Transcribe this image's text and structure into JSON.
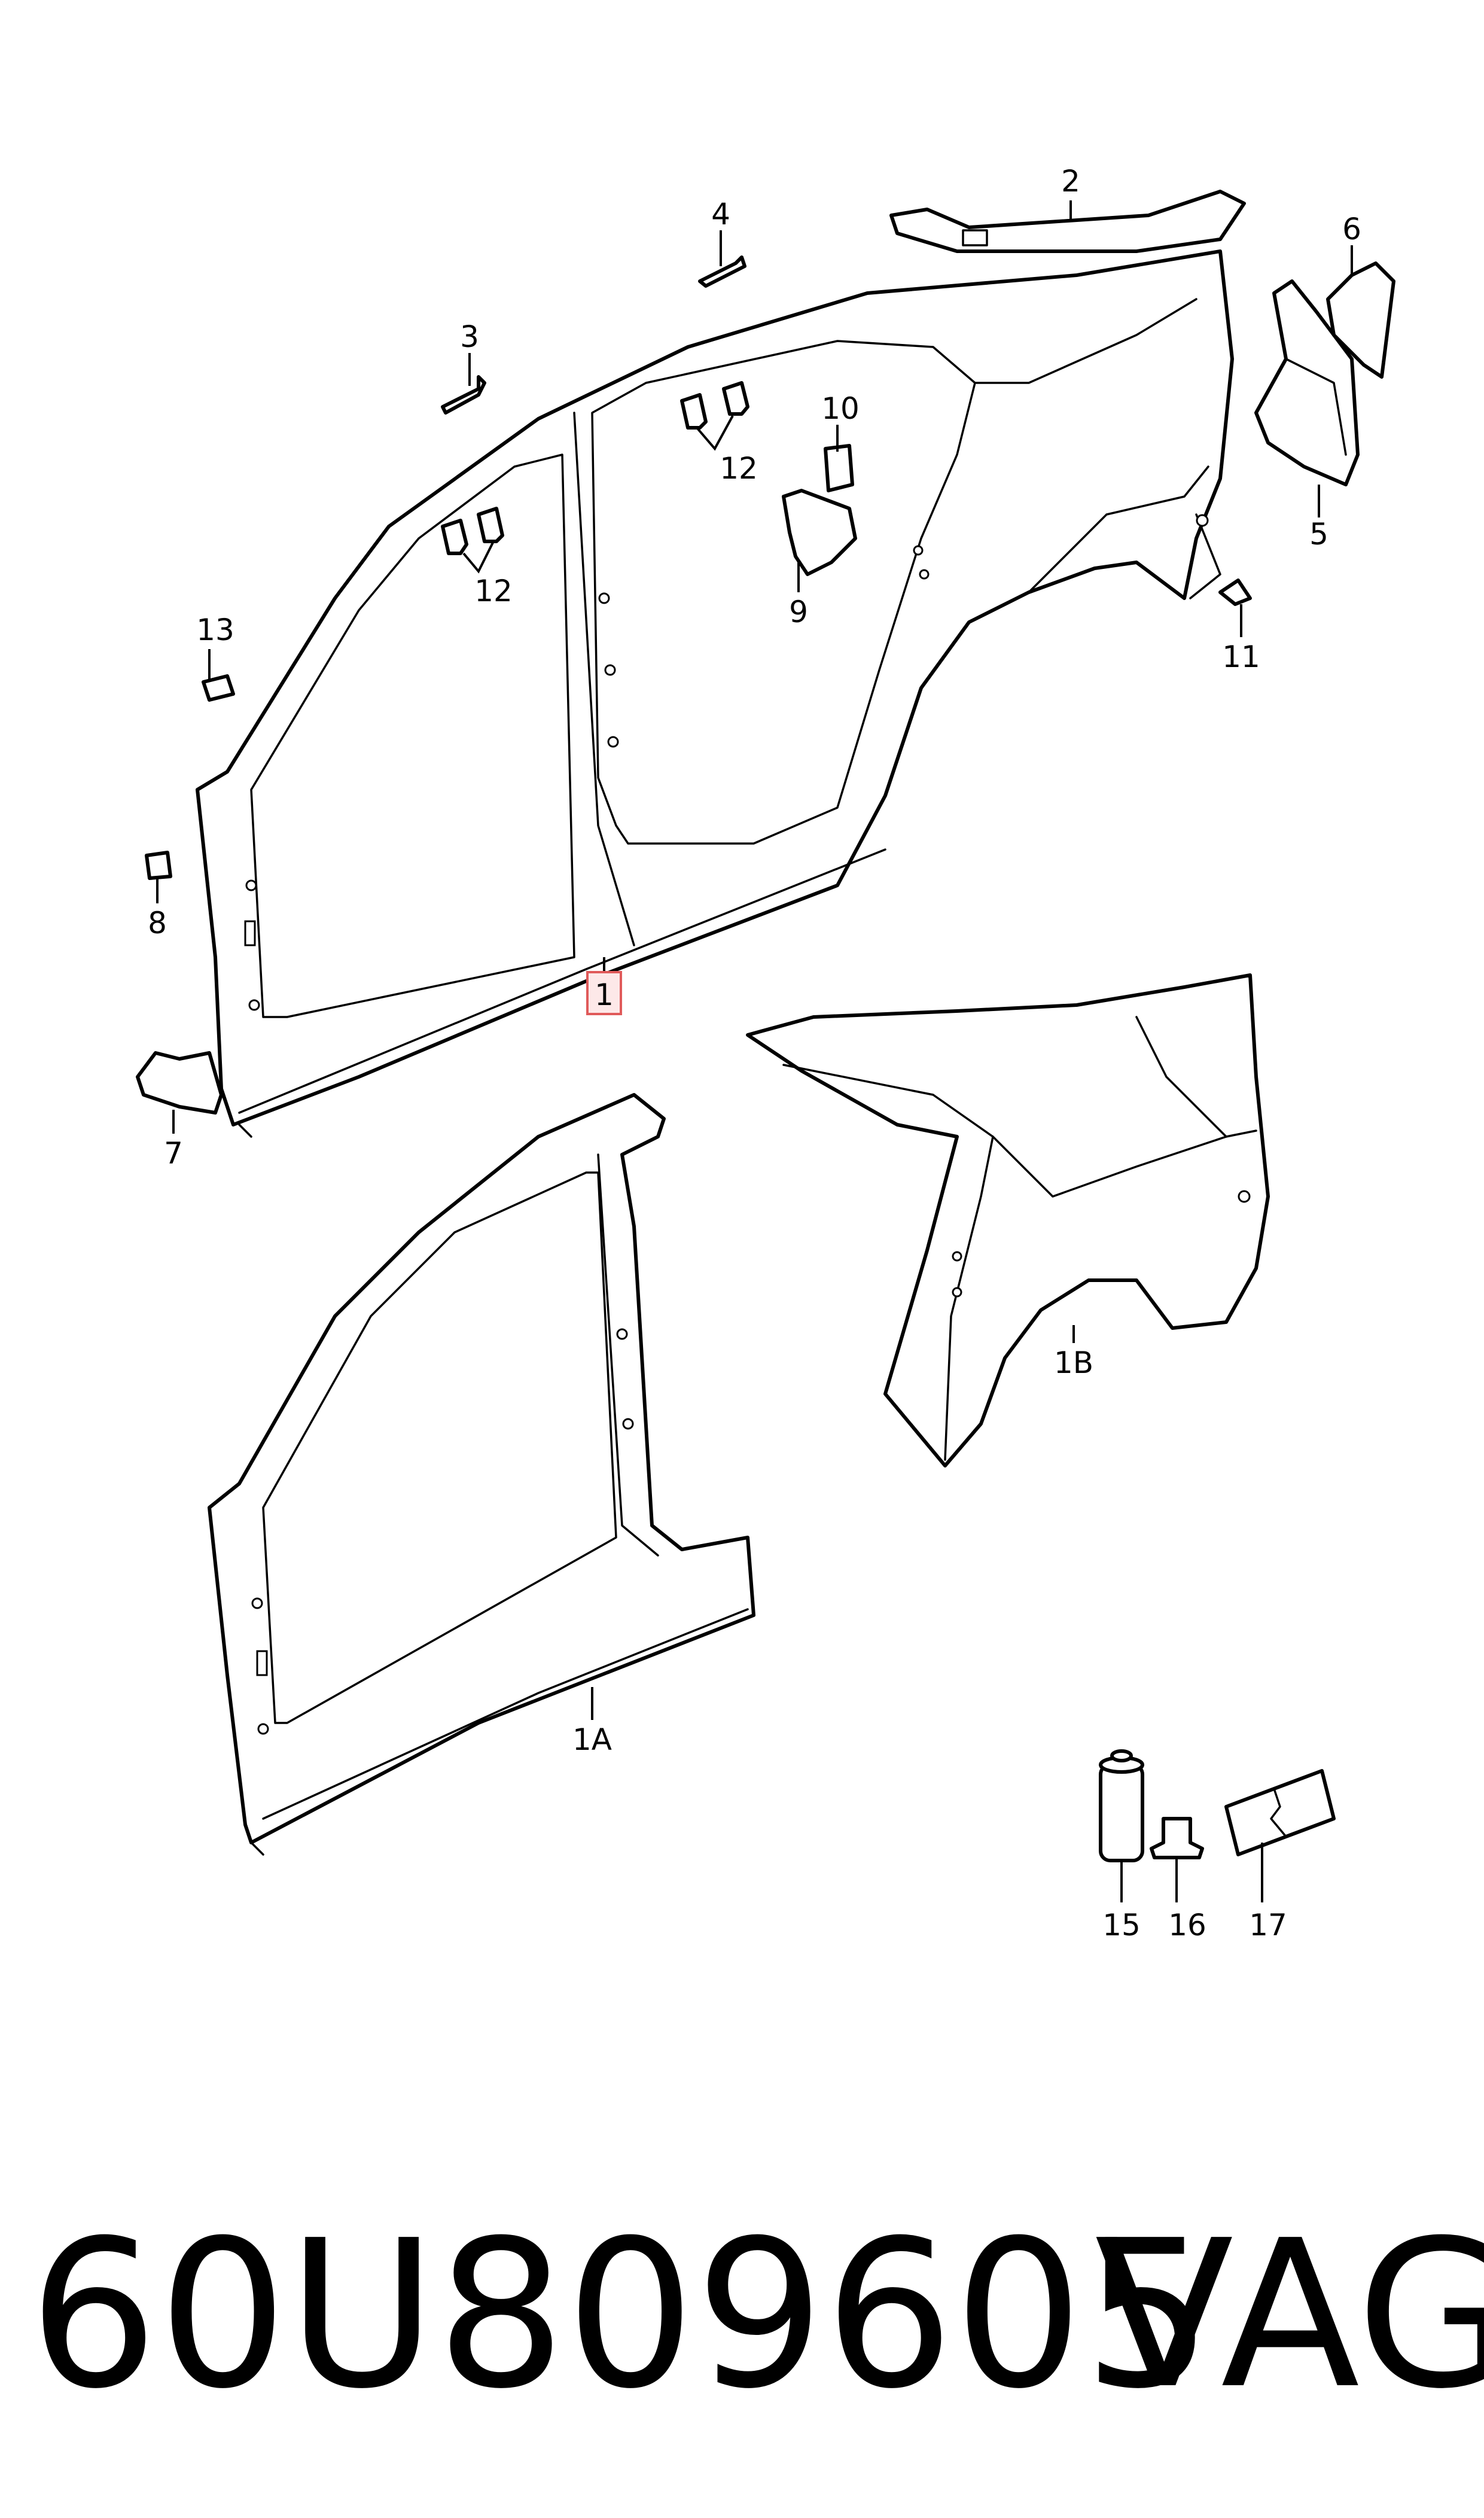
{
  "callouts": {
    "c1": "1",
    "c1a": "1A",
    "c1b": "1B",
    "c2": "2",
    "c3": "3",
    "c4": "4",
    "c5": "5",
    "c6": "6",
    "c7": "7",
    "c8": "8",
    "c9": "9",
    "c10": "10",
    "c11": "11",
    "c12a": "12",
    "c12b": "12",
    "c13": "13",
    "c15": "15",
    "c16": "16",
    "c17": "17"
  },
  "footer": {
    "part_number": "60U809605",
    "brand": "VAG"
  },
  "colors": {
    "line": "#000000",
    "highlight_fill": "#fde8e8",
    "highlight_stroke": "#e05a5a"
  }
}
